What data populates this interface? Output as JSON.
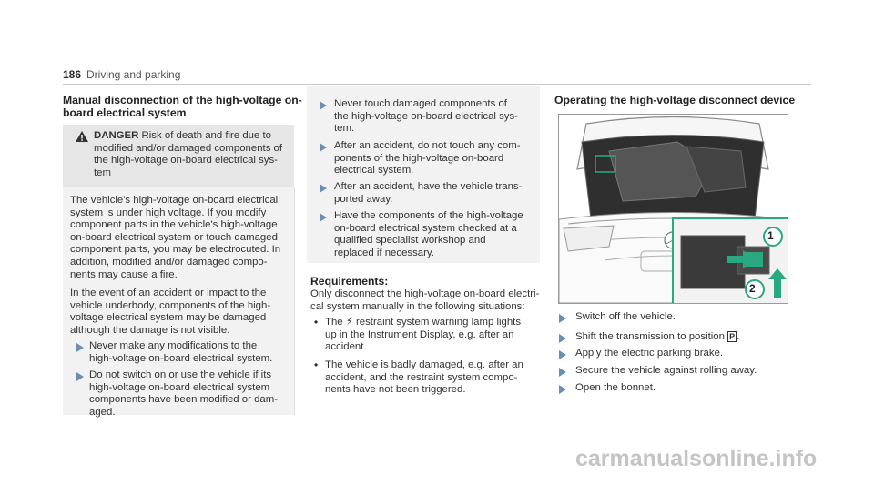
{
  "header": {
    "page_number": "186",
    "section": "Driving and parking"
  },
  "col1": {
    "heading_line1": "Manual disconnection of the high-voltage on-",
    "heading_line2": "board electrical system",
    "danger": {
      "label": "DANGER",
      "lines": [
        "Risk of death and fire due to",
        "modified and/or damaged components of",
        "the high-voltage on-board electrical sys-",
        "tem"
      ]
    },
    "para1": [
      "The vehicle's high-voltage on-board electrical",
      "system is under high voltage. If you modify",
      "component parts in the vehicle's high-voltage",
      "on-board electrical system or touch damaged",
      "component parts, you may be electrocuted. In",
      "addition, modified and/or damaged compo-",
      "nents may cause a fire."
    ],
    "para2": [
      "In the event of an accident or impact to the",
      "vehicle underbody, components of the high-",
      "voltage electrical system may be damaged",
      "although the damage is not visible."
    ],
    "bullet1": [
      "Never make any modifications to the",
      "high-voltage on-board electrical system."
    ],
    "bullet2": [
      "Do not switch on or use the vehicle if its",
      "high-voltage on-board electrical system",
      "components have been modified or dam-",
      "aged."
    ]
  },
  "col2": {
    "bullet1": [
      "Never touch damaged components of",
      "the high-voltage on-board electrical sys-",
      "tem."
    ],
    "bullet2": [
      "After an accident, do not touch any com-",
      "ponents of the high-voltage on-board",
      "electrical system."
    ],
    "bullet3": [
      "After an accident, have the vehicle trans-",
      "ported away."
    ],
    "bullet4": [
      "Have the components of the high-voltage",
      "on-board electrical system checked at a",
      "qualified specialist workshop and",
      "replaced if necessary."
    ],
    "req_heading": "Requirements:",
    "req_para": [
      "Only disconnect the high-voltage on-board electri-",
      "cal system manually in the following situations:"
    ],
    "item1": {
      "pre": "The",
      "symbol": "⚡",
      "lines": [
        "restraint system warning lamp lights",
        "up in the Instrument Display, e.g. after an",
        "accident."
      ]
    },
    "item2": [
      "The vehicle is badly damaged, e.g. after an",
      "accident, and the restraint system compo-",
      "nents have not been triggered."
    ]
  },
  "col3": {
    "heading": "Operating the high-voltage disconnect device",
    "figure": {
      "callout1": "1",
      "callout2": "2",
      "accent_color": "#2aa882"
    },
    "steps": [
      "Switch off the vehicle.",
      "Shift the transmission to position",
      "Apply the electric parking brake.",
      "Secure the vehicle against rolling away.",
      "Open the bonnet."
    ],
    "gear_symbol": "P"
  },
  "watermark": "carmanualsonline.info"
}
